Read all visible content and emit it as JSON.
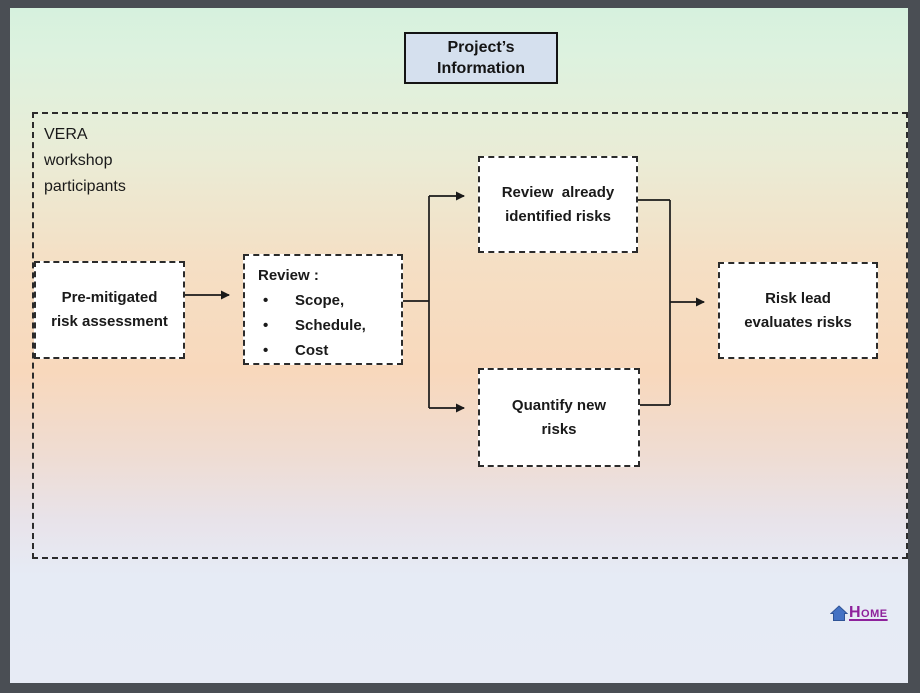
{
  "title_box": {
    "line1": "Project’s",
    "line2": "Information"
  },
  "container_label": {
    "lines": [
      "VERA",
      "workshop",
      "participants"
    ]
  },
  "boxes": {
    "premitigated": {
      "line1": "Pre-mitigated",
      "line2": "risk assessment"
    },
    "review": {
      "heading": "Review :",
      "bullet_char": "•",
      "bullets": [
        "Scope,",
        "Schedule,",
        "Cost"
      ]
    },
    "review_identified": {
      "line1": "Review  already",
      "line2": "identified risks"
    },
    "quantify": {
      "line1": "Quantify new",
      "line2": "risks"
    },
    "risk_lead": {
      "line1": "Risk lead",
      "line2": "evaluates risks"
    }
  },
  "footer": {
    "home_label": "Home"
  },
  "colors": {
    "frame": "#4a4e54",
    "title_fill": "#d5e0ee",
    "box_fill": "#ffffff",
    "connector": "#1a1a1a",
    "link": "#8e219b",
    "home_icon_blue": "#4472c4",
    "gradient_top": "#d6f1de",
    "gradient_middle": "#f8d8bc",
    "gradient_bottom": "#e7ebf5"
  }
}
